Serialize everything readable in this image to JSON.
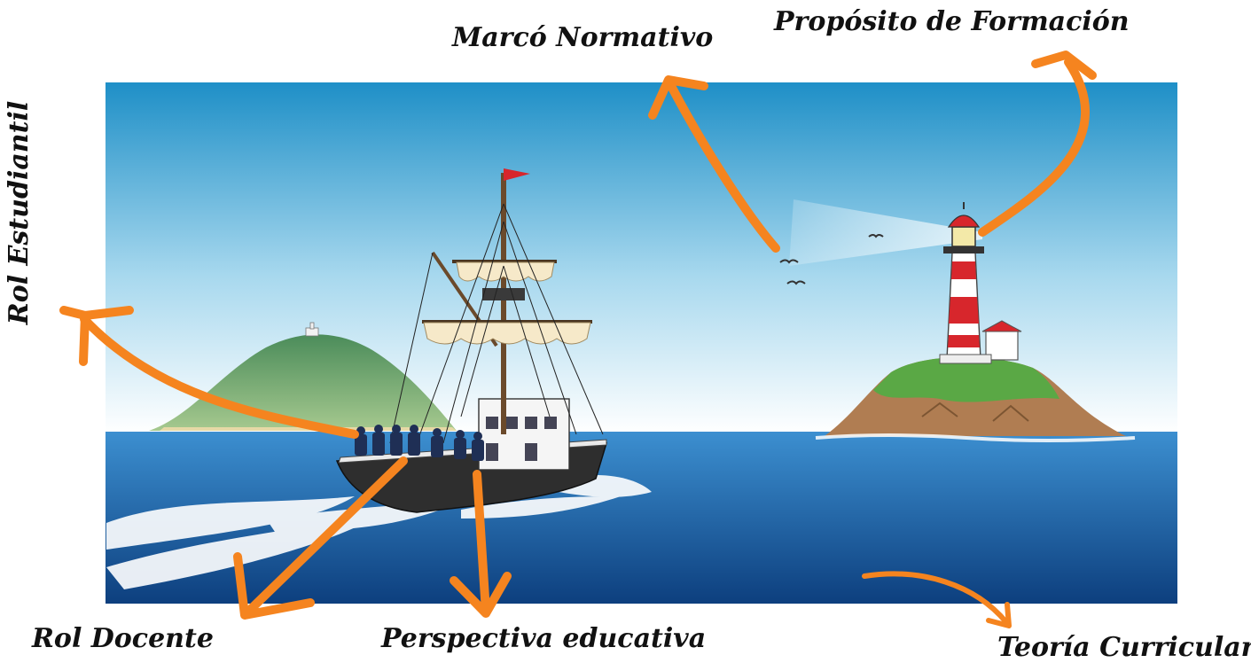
{
  "labels": {
    "marco_normativo": "Marcó Normativo",
    "proposito_formacion": "Propósito de Formación",
    "rol_estudiantil": "Rol Estudiantil",
    "rol_docente": "Rol Docente",
    "perspectiva_educativa": "Perspectiva educativa",
    "teoria_curricular": "Teoría Curricular"
  },
  "colors": {
    "arrow": "#F5841F",
    "sky_top": "#1E8FC7",
    "sky_bottom": "#FFFFFF",
    "sea_top": "#2C7EC2",
    "sea_bottom": "#0D3F7E",
    "lighthouse_red": "#D7262C",
    "island_green": "#5AA845",
    "hill_green": "#4E8F5A"
  },
  "icons": {
    "ship": "sailing-ship-icon",
    "lighthouse": "lighthouse-icon",
    "island": "rocky-island-icon",
    "hill": "distant-hill-icon",
    "birds": "seagull-icon"
  }
}
